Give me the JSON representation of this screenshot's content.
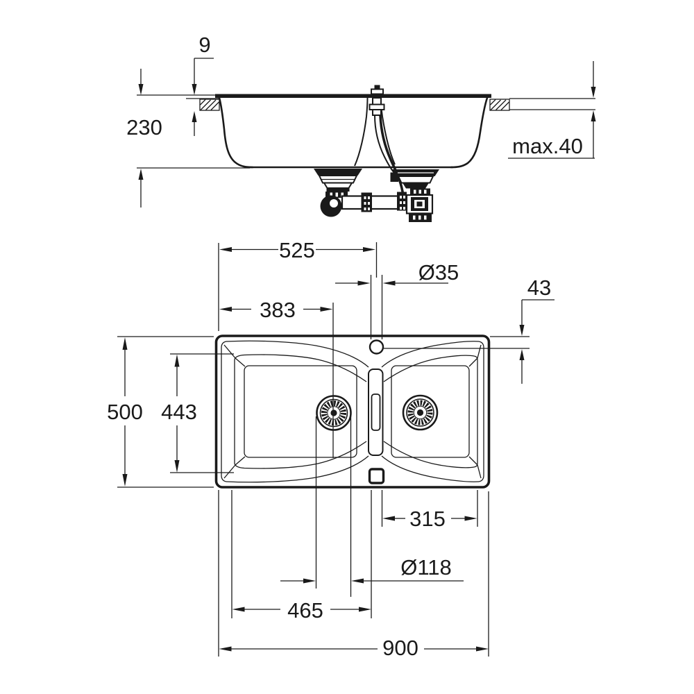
{
  "side_view": {
    "rim_height_above_counter": "9",
    "bowl_depth": "230",
    "max_counter_thickness": "max.40"
  },
  "plan_view": {
    "faucet_center_from_left": "525",
    "faucet_hole_diameter": "Ø35",
    "left_drain_center_from_left": "383",
    "faucet_center_from_top_edge": "43",
    "overall_depth": "500",
    "bowl_inner_depth": "443",
    "right_bowl_inner_width": "315",
    "drain_diameter": "Ø118",
    "left_bowl_inner_width": "465",
    "overall_width": "900"
  }
}
